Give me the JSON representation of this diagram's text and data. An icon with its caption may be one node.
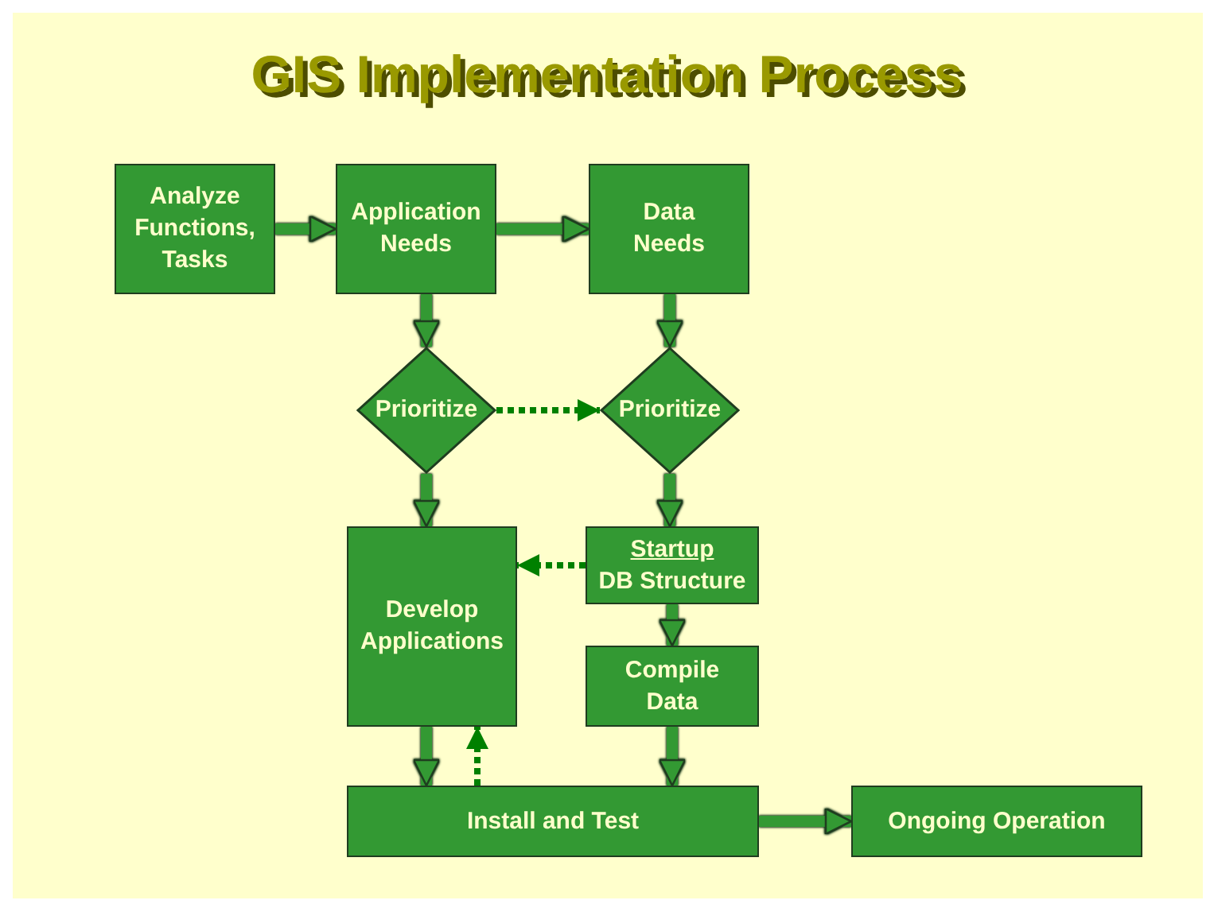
{
  "diagram": {
    "title": "GIS Implementation Process",
    "nodes": [
      {
        "text": [
          "Analyze Functions, Tasks"
        ]
      },
      {
        "text": [
          "Application Needs"
        ]
      },
      {
        "text": [
          "Data Needs"
        ]
      },
      {
        "text": [
          "Prioritize"
        ]
      },
      {
        "text": [
          "Prioritize"
        ]
      },
      {
        "text": [
          "Develop Applications"
        ]
      },
      {
        "text": [
          "Startup",
          "DB Structure"
        ]
      },
      {
        "text": [
          "Compile Data"
        ]
      },
      {
        "text": [
          "Install and Test"
        ]
      },
      {
        "text": [
          "Ongoing Operation"
        ]
      }
    ],
    "edges": [
      {
        "from": 0,
        "to": 1,
        "arrow": "to"
      },
      {
        "from": 1,
        "to": 2,
        "arrow": "to"
      },
      {
        "from": 1,
        "to": 3,
        "arrow": "to"
      },
      {
        "from": 2,
        "to": 4,
        "arrow": "to"
      },
      {
        "from": 3,
        "to": 4,
        "arrow": "to",
        "style": "dashed",
        "color": "#008000"
      },
      {
        "from": 3,
        "to": 5,
        "arrow": "to"
      },
      {
        "from": 4,
        "to": 6,
        "arrow": "to"
      },
      {
        "from": 6,
        "to": 5,
        "arrow": "to",
        "style": "dashed",
        "color": "#008000"
      },
      {
        "from": 6,
        "to": 7,
        "arrow": "to"
      },
      {
        "from": 5,
        "to": 8,
        "arrow": "to"
      },
      {
        "from": 8,
        "to": 5,
        "arrow": "to",
        "style": "dashed",
        "color": "#008000"
      },
      {
        "from": 7,
        "to": 8,
        "arrow": "to"
      },
      {
        "from": 8,
        "to": 9,
        "arrow": "to"
      }
    ]
  }
}
